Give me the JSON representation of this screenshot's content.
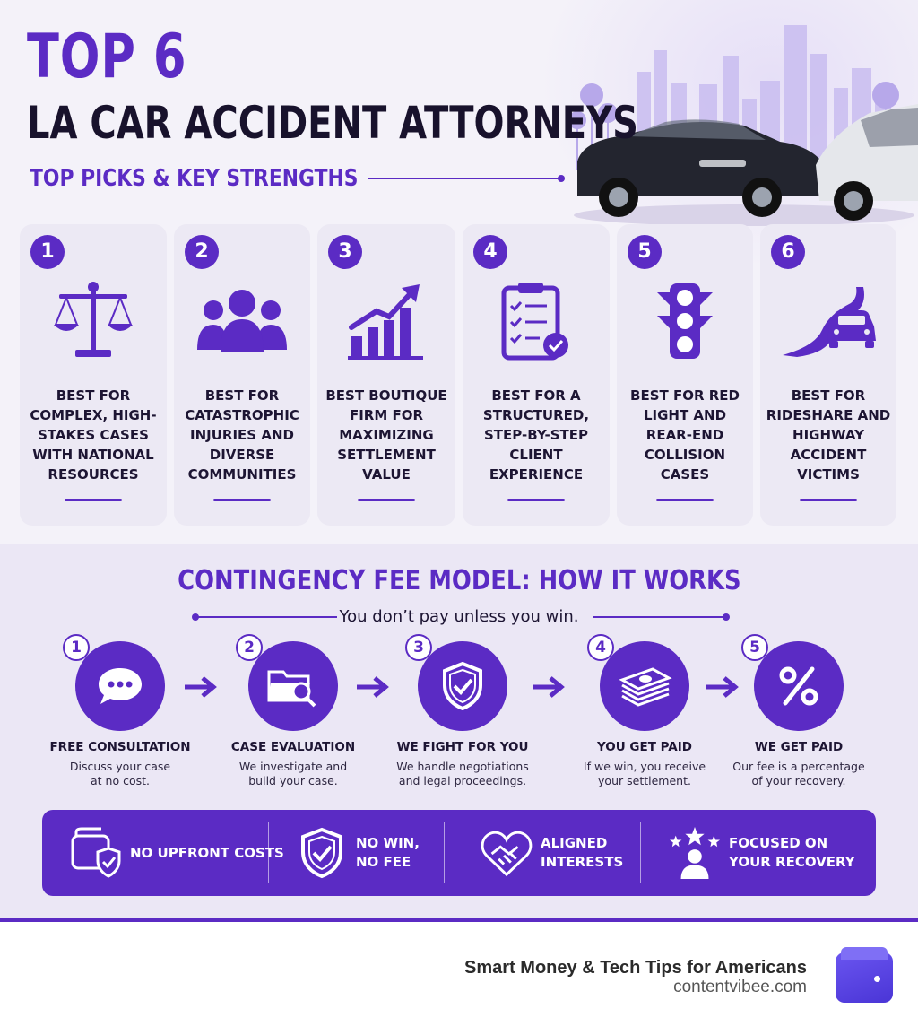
{
  "header": {
    "title_top": "TOP 6",
    "title_main": "LA CAR ACCIDENT ATTORNEYS",
    "subtitle": "TOP PICKS & KEY STRENGTHS"
  },
  "cards": [
    {
      "number": "1",
      "icon": "scales-of-justice-icon",
      "label": "BEST FOR COMPLEX, HIGH-STAKES CASES WITH NATIONAL RESOURCES"
    },
    {
      "number": "2",
      "icon": "people-group-icon",
      "label": "BEST FOR CATASTROPHIC INJURIES AND DIVERSE COMMUNITIES"
    },
    {
      "number": "3",
      "icon": "growth-chart-icon",
      "label": "BEST BOUTIQUE FIRM FOR MAXIMIZING SETTLEMENT VALUE"
    },
    {
      "number": "4",
      "icon": "clipboard-checklist-icon",
      "label": "BEST FOR A STRUCTURED, STEP-BY-STEP CLIENT EXPERIENCE"
    },
    {
      "number": "5",
      "icon": "traffic-light-icon",
      "label": "BEST FOR RED LIGHT AND REAR-END COLLISION CASES"
    },
    {
      "number": "6",
      "icon": "car-on-road-icon",
      "label": "BEST FOR RIDESHARE AND HIGHWAY ACCIDENT VICTIMS"
    }
  ],
  "contingency": {
    "title": "CONTINGENCY FEE MODEL: HOW IT WORKS",
    "subtitle": "You don’t pay unless you win.",
    "steps": [
      {
        "number": "1",
        "icon": "chat-bubble-icon",
        "title": "FREE CONSULTATION",
        "desc_line1": "Discuss your case",
        "desc_line2": "at no cost."
      },
      {
        "number": "2",
        "icon": "folder-search-icon",
        "title": "CASE EVALUATION",
        "desc_line1": "We investigate and",
        "desc_line2": "build your case."
      },
      {
        "number": "3",
        "icon": "shield-check-icon",
        "title": "WE FIGHT FOR YOU",
        "desc_line1": "We handle negotiations",
        "desc_line2": "and legal proceedings."
      },
      {
        "number": "4",
        "icon": "cash-stack-icon",
        "title": "YOU GET PAID",
        "desc_line1": "If we win, you receive",
        "desc_line2": "your settlement."
      },
      {
        "number": "5",
        "icon": "percent-icon",
        "title": "WE GET PAID",
        "desc_line1": "Our fee is a percentage",
        "desc_line2": "of your recovery."
      }
    ],
    "benefits": [
      {
        "icon": "wallet-shield-icon",
        "line1": "NO UPFRONT COSTS",
        "line2": ""
      },
      {
        "icon": "shield-check-icon",
        "line1": "NO WIN,",
        "line2": "NO FEE"
      },
      {
        "icon": "handshake-heart-icon",
        "line1": "ALIGNED",
        "line2": "INTERESTS"
      },
      {
        "icon": "person-stars-icon",
        "line1": "FOCUSED ON",
        "line2": "YOUR RECOVERY"
      }
    ]
  },
  "footer": {
    "tagline": "Smart Money & Tech Tips for Americans",
    "url": "contentvibee.com",
    "logo_icon": "wallet-logo-icon"
  },
  "colors": {
    "accent": "#5b2bc4",
    "dark_text": "#18122c",
    "card_bg": "#ece9f4"
  }
}
